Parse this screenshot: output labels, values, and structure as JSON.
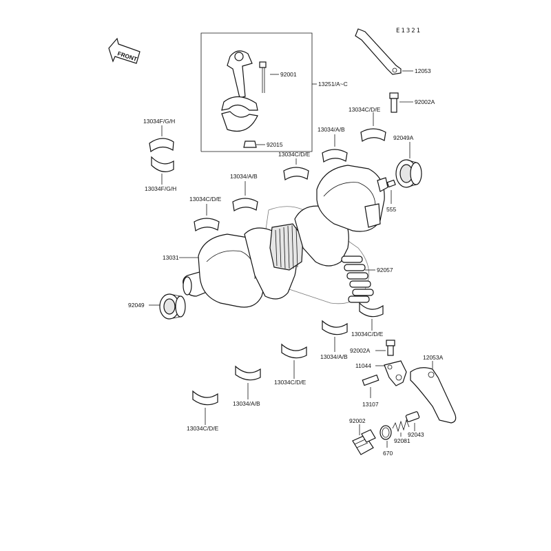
{
  "diagram_code": "E1321",
  "front_label": "FRONT",
  "labels": {
    "p92001": "92001",
    "p13251": "13251/A~C",
    "p92015": "92015",
    "p12053": "12053",
    "p92002A_top": "92002A",
    "p13034FGH_a": "13034F/G/H",
    "p13034FGH_b": "13034F/G/H",
    "p13034CDE_1": "13034C/D/E",
    "p13034AB_1": "13034/A/B",
    "p13034CDE_2": "13034C/D/E",
    "p13034AB_2": "13034/A/B",
    "p13034CDE_3": "13034C/D/E",
    "p92049A": "92049A",
    "p555": "555",
    "p13031": "13031",
    "p92057": "92057",
    "p92049": "92049",
    "p13034CDE_4": "13034C/D/E",
    "p92002A_bottom": "92002A",
    "p13034AB_3": "13034/A/B",
    "p11044": "11044",
    "p12053A": "12053A",
    "p13034CDE_5": "13034C/D/E",
    "p13107": "13107",
    "p13034AB_4": "13034/A/B",
    "p92002": "92002",
    "p92043": "92043",
    "p92081": "92081",
    "p13034CDE_6": "13034C/D/E",
    "p670": "670"
  }
}
